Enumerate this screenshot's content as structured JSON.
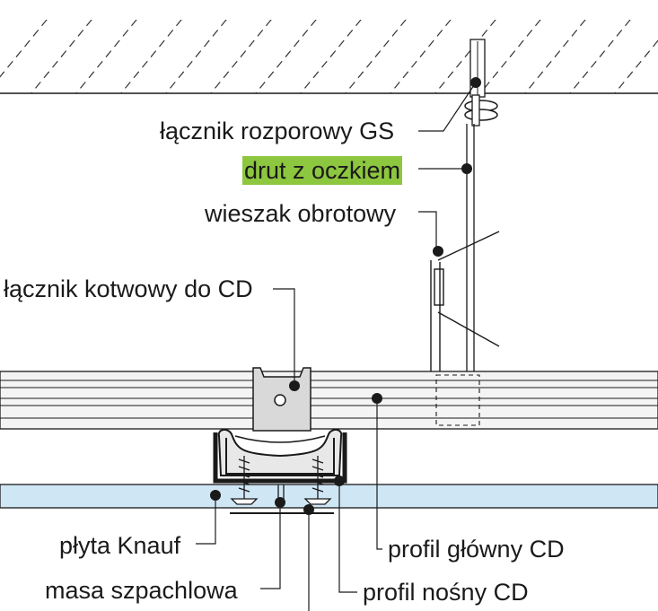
{
  "labels": {
    "gs_anchor": "łącznik rozporowy GS",
    "wire": "drut z oczkiem",
    "hanger": "wieszak obrotowy",
    "anchor_clip": "łącznik kotwowy do CD",
    "board": "płyta Knauf",
    "filler": "masa szpachlowa",
    "main_profile": "profil główny CD",
    "bearing_profile": "profil nośny CD"
  },
  "colors": {
    "highlight": "#8dc63f",
    "board": "#cfe6f5",
    "metal": "#d9d9d9",
    "line": "#1a1a1a"
  }
}
